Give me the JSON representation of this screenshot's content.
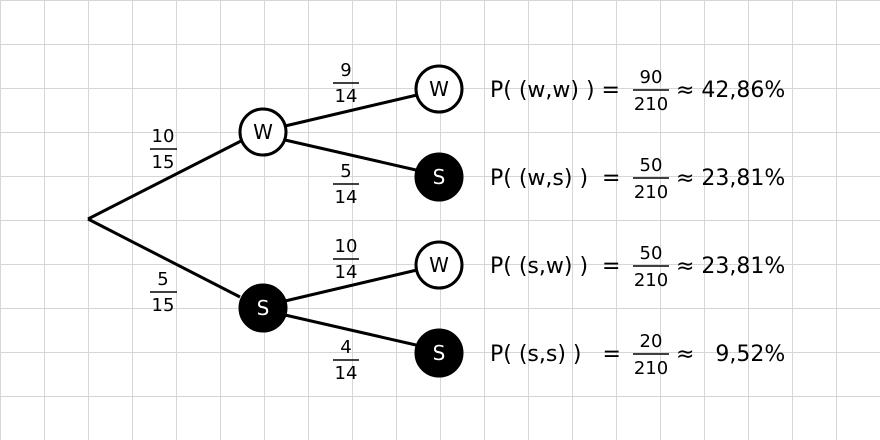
{
  "tree": {
    "level1": [
      {
        "label": "W",
        "fill": "#ffffff",
        "text_color": "#000000",
        "prob": {
          "num": "10",
          "den": "15"
        }
      },
      {
        "label": "S",
        "fill": "#000000",
        "text_color": "#ffffff",
        "prob": {
          "num": "5",
          "den": "15"
        }
      }
    ],
    "level2": [
      {
        "label": "W",
        "fill": "#ffffff",
        "text_color": "#000000",
        "prob": {
          "num": "9",
          "den": "14"
        }
      },
      {
        "label": "S",
        "fill": "#000000",
        "text_color": "#ffffff",
        "prob": {
          "num": "5",
          "den": "14"
        }
      },
      {
        "label": "W",
        "fill": "#ffffff",
        "text_color": "#000000",
        "prob": {
          "num": "10",
          "den": "14"
        }
      },
      {
        "label": "S",
        "fill": "#000000",
        "text_color": "#ffffff",
        "prob": {
          "num": "4",
          "den": "14"
        }
      }
    ]
  },
  "results": [
    {
      "lhs": "P( (w,w) ) =",
      "num": "90",
      "den": "210",
      "approx": "≈ 42,86%"
    },
    {
      "lhs": "P( (w,s) )  =",
      "num": "50",
      "den": "210",
      "approx": "≈ 23,81%"
    },
    {
      "lhs": "P( (s,w) )  =",
      "num": "50",
      "den": "210",
      "approx": "≈ 23,81%"
    },
    {
      "lhs": "P( (s,s) )   =",
      "num": "20",
      "den": "210",
      "approx": "≈   9,52%"
    }
  ]
}
